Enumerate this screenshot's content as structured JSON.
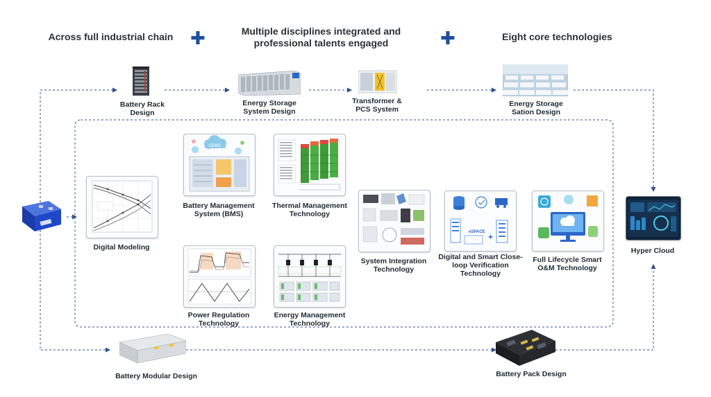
{
  "headlines": {
    "chain": "Across full industrial chain",
    "disciplines_1": "Multiple disciplines integrated and",
    "disciplines_2": "professional talents engaged",
    "core": "Eight core technologies"
  },
  "top_nodes": {
    "rack_1": "Battery Rack",
    "rack_2": "Design",
    "ess_1": "Energy Storage",
    "ess_2": "System Design",
    "pcs_1": "Transformer &",
    "pcs_2": "PCS System",
    "station_1": "Energy Storage",
    "station_2": "Sation Design"
  },
  "technologies": {
    "modeling": "Digital Modeling",
    "bms_1": "Battery Management",
    "bms_2": "System (BMS)",
    "thermal_1": "Thermal Management",
    "thermal_2": "Technology",
    "power_1": "Power Regulation",
    "power_2": "Technology",
    "energy_1": "Energy Management",
    "energy_2": "Technology",
    "integration_1": "System Integration",
    "integration_2": "Technology",
    "verification_1": "Digital and Smart Close-",
    "verification_2": "loop Verification",
    "verification_3": "Technology",
    "lifecycle_1": "Full Lifecycle Smart",
    "lifecycle_2": "O&M Technology"
  },
  "bottom_nodes": {
    "module": "Battery Modular Design",
    "pack": "Battery Pack Design"
  },
  "hyper_cloud": "Hyper Cloud",
  "thumbnails": {
    "cems": "CEMS",
    "espace": "eSPACE"
  },
  "colors": {
    "arrow": "#2e4f8c",
    "plus": "#1f4f9c",
    "card_border": "#b9c1c9",
    "cell_blue": "#1f47c9"
  }
}
